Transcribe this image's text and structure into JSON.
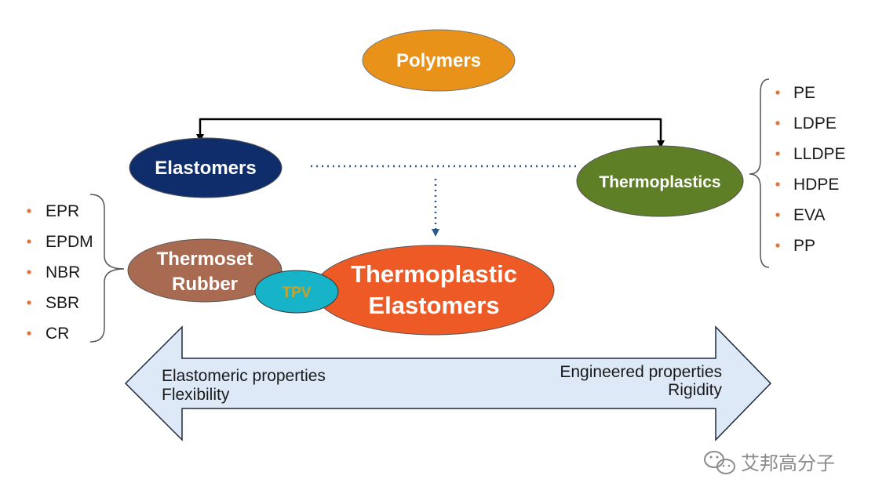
{
  "nodes": {
    "polymers": {
      "label": "Polymers",
      "color": "#e8921a"
    },
    "elastomers": {
      "label": "Elastomers",
      "color": "#0f2d6a"
    },
    "thermoplastics": {
      "label": "Thermoplastics",
      "color": "#5e7f25"
    },
    "thermoset_rubber": {
      "line1": "Thermoset",
      "line2": "Rubber",
      "color": "#a86a50"
    },
    "tpv": {
      "label": "TPV",
      "color": "#17b3c9",
      "text_color": "#c9a227"
    },
    "tpe": {
      "line1": "Thermoplastic",
      "line2": "Elastomers",
      "color": "#ee5a26"
    }
  },
  "lists": {
    "rubbers": [
      "EPR",
      "EPDM",
      "NBR",
      "SBR",
      "CR"
    ],
    "thermoplastics": [
      "PE",
      "LDPE",
      "LLDPE",
      "HDPE",
      "EVA",
      "PP"
    ]
  },
  "arrow": {
    "left_line1": "Elastomeric properties",
    "left_line2": "Flexibility",
    "right_line1": "Engineered properties",
    "right_line2": "Rigidity",
    "fill_color": "#dde9f7"
  },
  "watermark": {
    "text": "艾邦高分子"
  }
}
